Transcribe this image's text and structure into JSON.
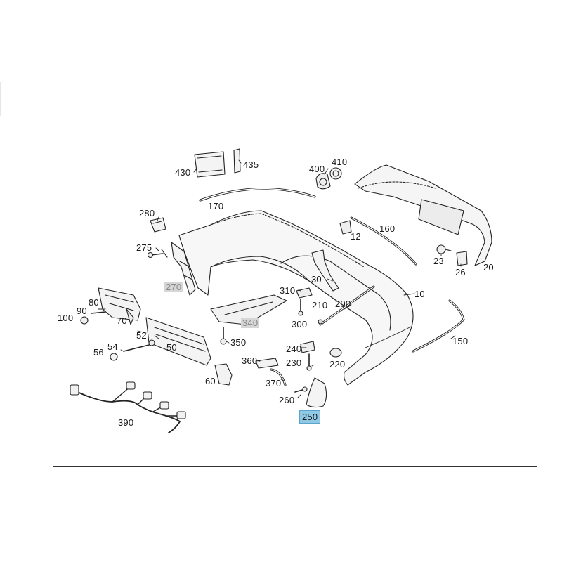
{
  "callouts": [
    {
      "id": "430",
      "text": "430",
      "style": "normal"
    },
    {
      "id": "435",
      "text": "435",
      "style": "normal"
    },
    {
      "id": "400",
      "text": "400",
      "style": "normal"
    },
    {
      "id": "410",
      "text": "410",
      "style": "normal"
    },
    {
      "id": "170",
      "text": "170",
      "style": "normal"
    },
    {
      "id": "280",
      "text": "280",
      "style": "normal"
    },
    {
      "id": "12",
      "text": "12",
      "style": "normal"
    },
    {
      "id": "160",
      "text": "160",
      "style": "normal"
    },
    {
      "id": "275",
      "text": "275",
      "style": "normal"
    },
    {
      "id": "23",
      "text": "23",
      "style": "normal"
    },
    {
      "id": "26",
      "text": "26",
      "style": "normal"
    },
    {
      "id": "20",
      "text": "20",
      "style": "normal"
    },
    {
      "id": "270",
      "text": "270",
      "style": "gray"
    },
    {
      "id": "30",
      "text": "30",
      "style": "normal"
    },
    {
      "id": "310",
      "text": "310",
      "style": "normal"
    },
    {
      "id": "10",
      "text": "10",
      "style": "normal"
    },
    {
      "id": "80",
      "text": "80",
      "style": "normal"
    },
    {
      "id": "90",
      "text": "90",
      "style": "normal"
    },
    {
      "id": "100",
      "text": "100",
      "style": "normal"
    },
    {
      "id": "70",
      "text": "70",
      "style": "normal"
    },
    {
      "id": "210",
      "text": "210",
      "style": "normal"
    },
    {
      "id": "200",
      "text": "200",
      "style": "normal"
    },
    {
      "id": "340",
      "text": "340",
      "style": "gray"
    },
    {
      "id": "300",
      "text": "300",
      "style": "normal"
    },
    {
      "id": "52",
      "text": "52",
      "style": "normal"
    },
    {
      "id": "54",
      "text": "54",
      "style": "normal"
    },
    {
      "id": "56",
      "text": "56",
      "style": "normal"
    },
    {
      "id": "50",
      "text": "50",
      "style": "normal"
    },
    {
      "id": "350",
      "text": "350",
      "style": "normal"
    },
    {
      "id": "150",
      "text": "150",
      "style": "normal"
    },
    {
      "id": "240",
      "text": "240",
      "style": "normal"
    },
    {
      "id": "230",
      "text": "230",
      "style": "normal"
    },
    {
      "id": "220",
      "text": "220",
      "style": "normal"
    },
    {
      "id": "360",
      "text": "360",
      "style": "normal"
    },
    {
      "id": "60",
      "text": "60",
      "style": "normal"
    },
    {
      "id": "370",
      "text": "370",
      "style": "normal"
    },
    {
      "id": "260",
      "text": "260",
      "style": "normal"
    },
    {
      "id": "390",
      "text": "390",
      "style": "normal"
    },
    {
      "id": "250",
      "text": "250",
      "style": "highlight"
    }
  ]
}
